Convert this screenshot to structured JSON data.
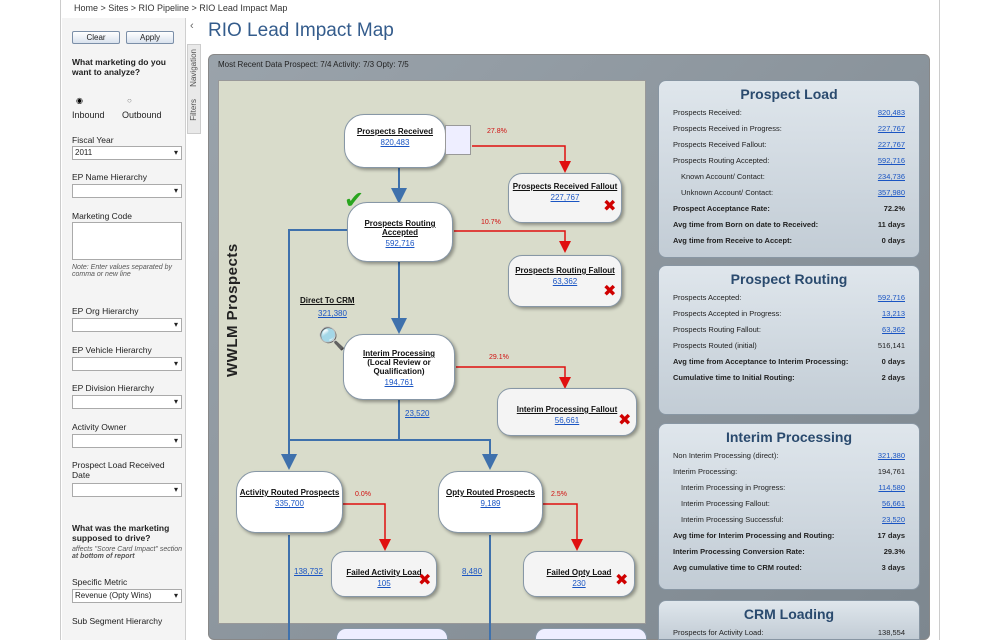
{
  "breadcrumb": "Home > Sites > RIO Pipeline > RIO Lead Impact Map",
  "filters": {
    "clear": "Clear",
    "apply": "Apply",
    "tabs": [
      "Filters",
      "Navigation"
    ],
    "question": "What marketing do you want to analyze?",
    "inbound": "Inbound",
    "outbound": "Outbound",
    "fiscal_year_label": "Fiscal Year",
    "fiscal_year": "2011",
    "ep_name": "EP Name Hierarchy",
    "marketing_code": "Marketing Code",
    "note": "Note: Enter values separated by comma or new line",
    "ep_org": "EP Org Hierarchy",
    "ep_vehicle": "EP Vehicle Hierarchy",
    "ep_division": "EP Division Hierarchy",
    "activity_owner": "Activity Owner",
    "prospect_load_date": "Prospect Load Received Date",
    "drive_q": "What was the marketing supposed to drive?",
    "drive_note_1": "affects \"Score Card Impact\" section",
    "drive_note_2": "at bottom of report",
    "specific_metric": "Specific Metric",
    "metric_value": "Revenue (Opty Wins)",
    "sub_segment": "Sub Segment Hierarchy"
  },
  "title": "RIO Lead Impact Map",
  "recent": "Most Recent Data Prospect: 7/4 Activity: 7/3 Opty: 7/5",
  "flow": {
    "section": "WWLM Prospects",
    "prospects_received": {
      "t": "Prospects Received",
      "v": "820,483"
    },
    "received_fallout": {
      "t": "Prospects Received Fallout",
      "v": "227,767",
      "pct": "27.8%"
    },
    "routing_accepted": {
      "t": "Prospects Routing Accepted",
      "v": "592,716"
    },
    "routing_fallout": {
      "t": "Prospects Routing Fallout",
      "v": "63,362",
      "pct": "10.7%"
    },
    "direct": {
      "t": "Direct To CRM",
      "v": "321,380"
    },
    "interim": {
      "t": "Interim Processing",
      "sub": "(Local Review or Qualification)",
      "v": "194,761"
    },
    "interim_fallout": {
      "t": "Interim Processing Fallout",
      "v": "56,661",
      "pct": "29.1%"
    },
    "interim_out": "23,520",
    "activity_routed": {
      "t": "Activity Routed Prospects",
      "v": "335,700"
    },
    "failed_activity": {
      "t": "Failed Activity Load",
      "v": "105",
      "pct": "0.0%"
    },
    "activity_out": "138,732",
    "opty_routed": {
      "t": "Opty Routed Prospects",
      "v": "9,189"
    },
    "failed_opty": {
      "t": "Failed Opty Load",
      "v": "230",
      "pct": "2.5%"
    },
    "opty_out": "8,480"
  },
  "panels": {
    "load": {
      "title": "Prospect Load",
      "rows": [
        [
          "Prospects Received:",
          "820,483",
          "l"
        ],
        [
          "Prospects Received in Progress:",
          "227,767",
          "l"
        ],
        [
          "Prospects Received Fallout:",
          "227,767",
          "l"
        ],
        [
          "Prospects Routing Accepted:",
          "592,716",
          "l"
        ],
        [
          "Known Account/ Contact:",
          "234,736",
          "in"
        ],
        [
          "Unknown Account/ Contact:",
          "357,980",
          "in"
        ],
        [
          "Prospect Acceptance Rate:",
          "72.2%",
          "b"
        ],
        [
          "Avg time from Born on date to Received:",
          "11 days",
          "b"
        ],
        [
          "Avg time from Receive to Accept:",
          "0 days",
          "b"
        ]
      ]
    },
    "routing": {
      "title": "Prospect Routing",
      "rows": [
        [
          "Prospects Accepted:",
          "592,716",
          "l"
        ],
        [
          "Prospects Accepted in Progress:",
          "13,213",
          "l"
        ],
        [
          "Prospects Routing Fallout:",
          "63,362",
          "l"
        ],
        [
          "Prospects Routed (initial)",
          "516,141",
          "p"
        ],
        [
          "Avg time from Acceptance to Interim Processing:",
          "0 days",
          "b"
        ],
        [
          "Cumulative time to Initial Routing:",
          "2 days",
          "b"
        ]
      ]
    },
    "interim": {
      "title": "Interim Processing",
      "rows": [
        [
          "Non Interim Processing (direct):",
          "321,380",
          "l"
        ],
        [
          "Interim Processing:",
          "194,761",
          "p"
        ],
        [
          "Interim Processing in Progress:",
          "114,580",
          "inl"
        ],
        [
          "Interim Processing Fallout:",
          "56,661",
          "inl"
        ],
        [
          "Interim Processing Successful:",
          "23,520",
          "inl"
        ],
        [
          "Avg time for Interim Processing and Routing:",
          "17 days",
          "b"
        ],
        [
          "Interim Processing Conversion Rate:",
          "29.3%",
          "b"
        ],
        [
          "Avg cumulative time to CRM routed:",
          "3 days",
          "b"
        ]
      ]
    },
    "crm": {
      "title": "CRM Loading",
      "rows": [
        [
          "Prospects for Activity Load:",
          "138,554",
          "p"
        ]
      ]
    }
  }
}
